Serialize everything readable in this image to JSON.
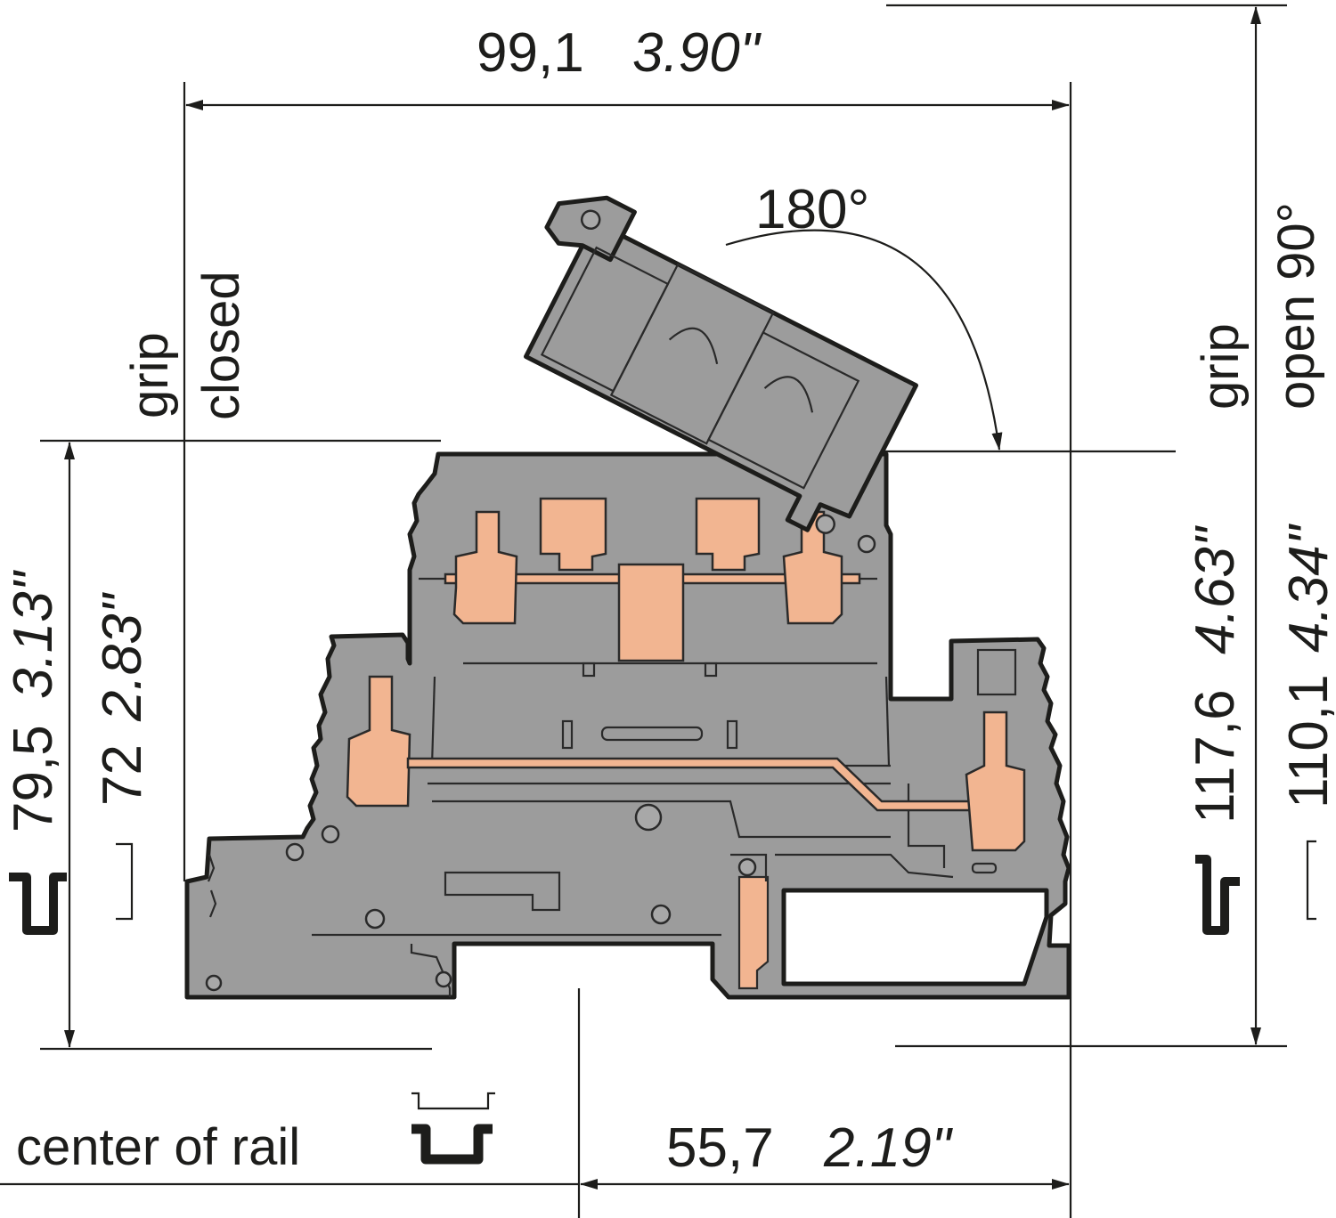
{
  "dimensions": {
    "width_total": {
      "mm": "99,1",
      "inch": "3.90\""
    },
    "rail_to_right": {
      "mm": "55,7",
      "inch": "2.19\""
    },
    "height_left_outer": {
      "mm": "79,5",
      "inch": "3.13\""
    },
    "height_left_inner": {
      "mm": "72",
      "inch": "2.83\""
    },
    "height_right_outer": {
      "mm": "110,1",
      "inch": "4.34\""
    },
    "height_right_inner": {
      "mm": "117,6",
      "inch": "4.63\""
    }
  },
  "labels": {
    "angle": "180°",
    "grip_left": "grip",
    "closed": "closed",
    "grip_right": "grip",
    "open": "open 90°",
    "center_of_rail": "center of rail"
  },
  "colors": {
    "housing": "#9c9c9c",
    "copper": "#f2b591",
    "lines": "#1d1d1b"
  }
}
